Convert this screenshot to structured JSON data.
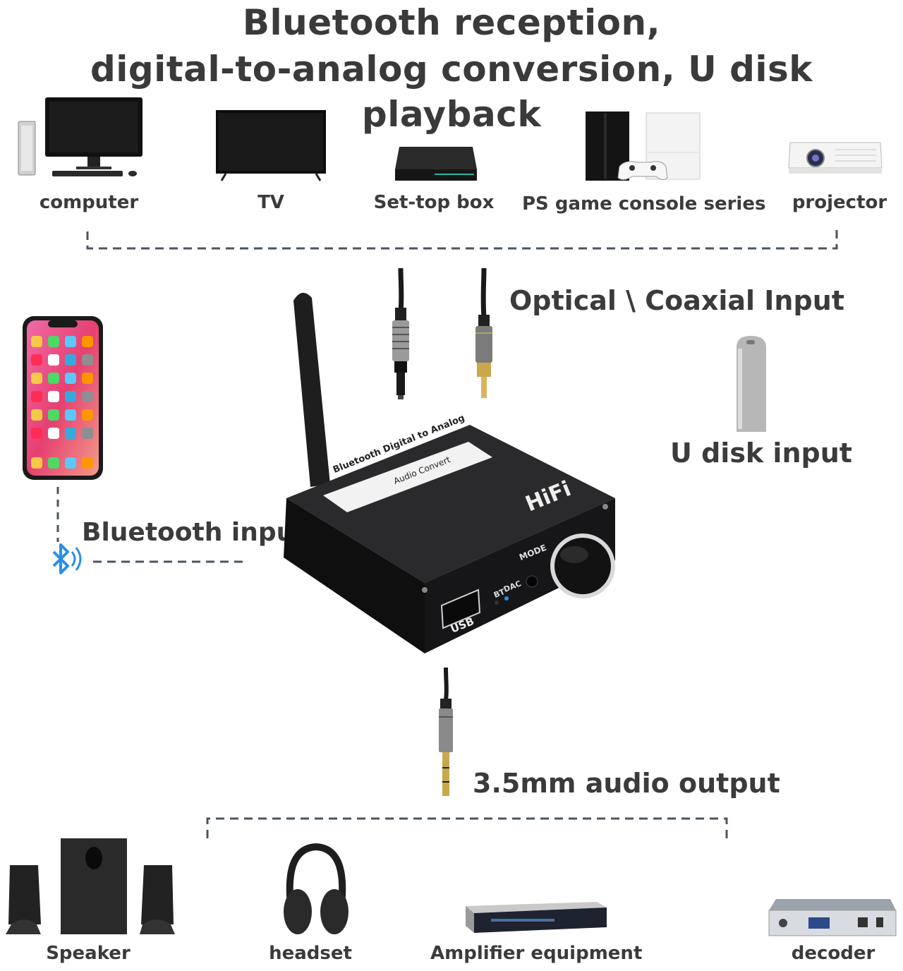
{
  "header": {
    "line1": "Bluetooth reception,",
    "line2": "digital-to-analog conversion, U disk playback"
  },
  "sources": [
    {
      "label": "computer",
      "icon": "computer-icon"
    },
    {
      "label": "TV",
      "icon": "tv-icon"
    },
    {
      "label": "Set-top box",
      "icon": "set-top-box-icon"
    },
    {
      "label": "PS game console series",
      "icon": "game-console-icon"
    },
    {
      "label": "projector",
      "icon": "projector-icon"
    }
  ],
  "inputs": {
    "optical_coaxial": "Optical \\ Coaxial Input",
    "u_disk": "U disk input",
    "bluetooth": "Bluetooth input"
  },
  "device": {
    "label_line1": "Bluetooth Digital to Analog",
    "label_line2": "Audio Convert",
    "brand": "HiFi",
    "mode": "MODE",
    "led_bt": "BT",
    "led_dac": "DAC",
    "usb": "USB"
  },
  "output": {
    "label": "3.5mm audio output"
  },
  "outputs": [
    {
      "label": "Speaker",
      "icon": "speaker-icon"
    },
    {
      "label": "headset",
      "icon": "headphones-icon"
    },
    {
      "label": "Amplifier equipment",
      "icon": "amplifier-icon"
    },
    {
      "label": "decoder",
      "icon": "decoder-icon"
    }
  ],
  "colors": {
    "text": "#3b3b3b",
    "dashed_line": "#4a5560",
    "device_body": "#1c1c1e",
    "bluetooth_blue": "#2a8ee8"
  }
}
